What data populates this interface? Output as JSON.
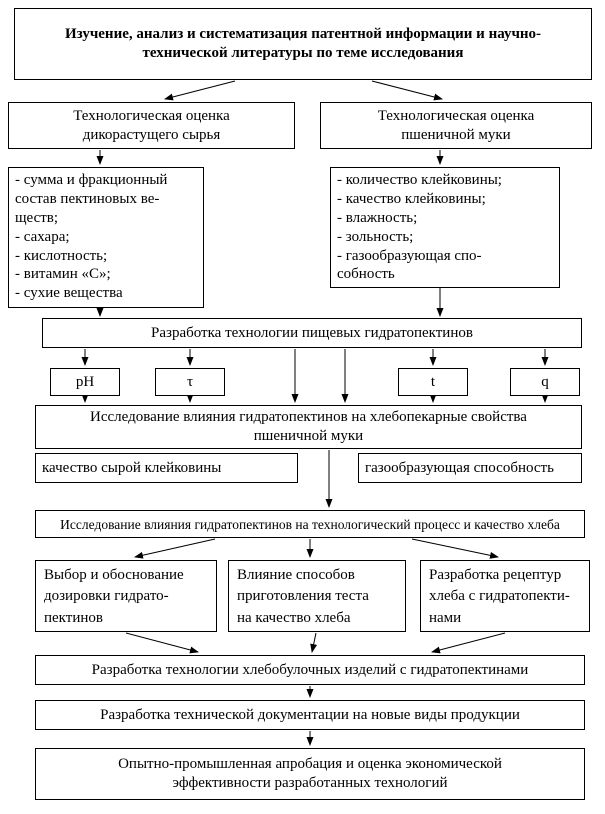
{
  "flowchart": {
    "title": "Изучение, анализ и систематизация патентной информации и научно-\nтехнической литературы по теме исследования",
    "eval_wild": "Технологическая оценка\nдикорастущего сырья",
    "eval_flour": "Технологическая оценка\nпшеничной муки",
    "wild_params": "- сумма и фракционный\nсостав пектиновых ве-\nществ;\n- сахара;\n- кислотность;\n- витамин «С»;\n- сухие вещества",
    "flour_params": "- количество клейковины;\n- качество клейковины;\n- влажность;\n- зольность;\n- газообразующая спо-\nсобность",
    "dev_hydropectins": "Разработка технологии пищевых гидратопектинов",
    "factors": [
      "pH",
      "τ",
      "t",
      "q"
    ],
    "research_baking": "Исследование влияния гидратопектинов на хлебопекарные свойства\nпшеничной муки",
    "quality_gluten": "качество сырой клейковины",
    "gas_ability": "газообразующая способность",
    "research_process": "Исследование влияния гидратопектинов на технологический процесс и качество хлеба",
    "dosage": "Выбор и обоснование\nдозировки гидрато-\nпектинов",
    "methods": "Влияние способов\nприготовления теста\nна качество хлеба",
    "recipes": "Разработка рецептур\nхлеба с гидратопекти-\nнами",
    "dev_bakery": "Разработка технологии хлебобулочных изделий с гидратопектинами",
    "dev_docs": "Разработка технической документации на новые виды продукции",
    "pilot": "Опытно-промышленная апробация и оценка экономической\nэффективности разработанных технологий"
  }
}
